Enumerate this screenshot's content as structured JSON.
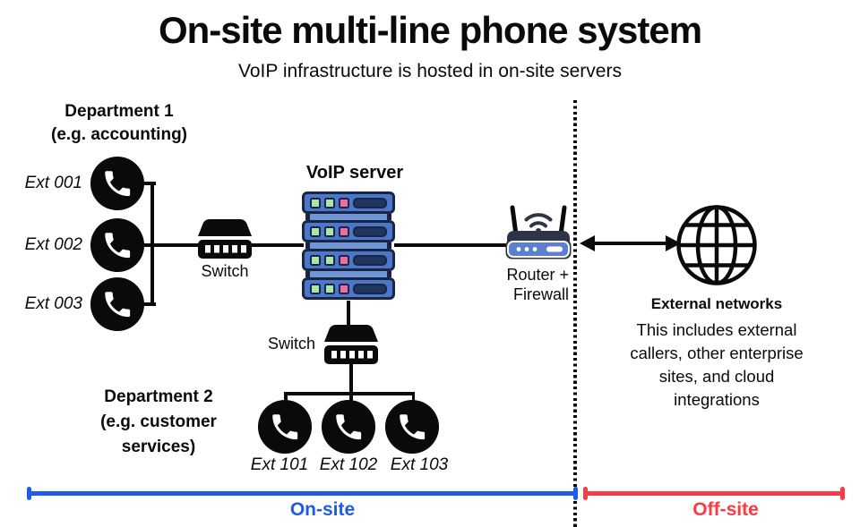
{
  "title": "On-site multi-line phone system",
  "subtitle": "VoIP infrastructure is hosted in on-site servers",
  "department1": {
    "name_lines": [
      "Department 1",
      "(e.g. accounting)"
    ],
    "extensions": [
      "Ext 001",
      "Ext 002",
      "Ext 003"
    ]
  },
  "department2": {
    "name_lines": [
      "Department 2",
      "(e.g. customer",
      "services)"
    ],
    "extensions": [
      "Ext 101",
      "Ext 102",
      "Ext 103"
    ]
  },
  "switch1": {
    "label": "Switch"
  },
  "switch2": {
    "label": "Switch"
  },
  "voip_server": {
    "label": "VoIP server"
  },
  "router": {
    "label_lines": [
      "Router +",
      "Firewall"
    ]
  },
  "external_networks": {
    "title": "External networks",
    "description_lines": [
      "This includes external",
      "callers, other enterprise",
      "sites, and cloud",
      "integrations"
    ]
  },
  "zones": {
    "onsite": {
      "label": "On-site"
    },
    "offsite": {
      "label": "Off-site"
    }
  },
  "colors": {
    "onsite": "#1f5be8",
    "offsite": "#f93b42",
    "server-blue": "#4a77cc",
    "server-light": "#7096d8",
    "server-dark": "#1b2540",
    "server-slot": "#1e3560",
    "button-green": "#a9e8a9",
    "button-pink": "#ef6f9f",
    "router-dark": "#2e3347",
    "router-blue": "#5b80d1",
    "line-black": "#0a0a0a"
  }
}
